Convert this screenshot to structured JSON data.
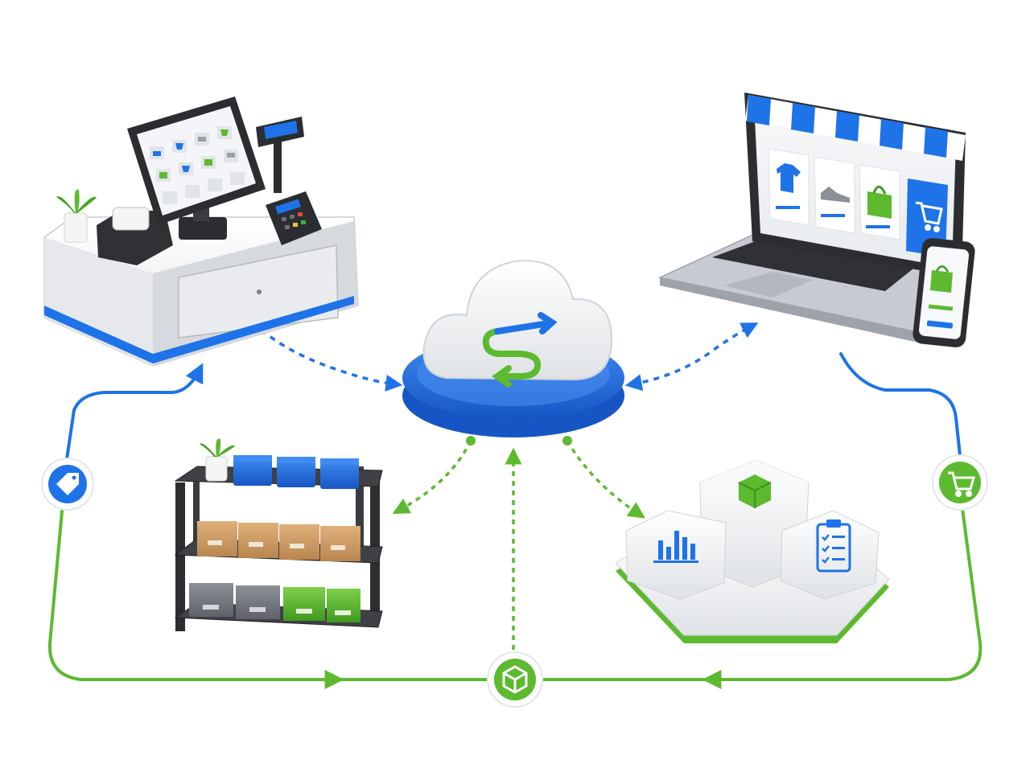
{
  "diagram": {
    "colors": {
      "blue": "#1e73e8",
      "blue_light": "#4a90f0",
      "green": "#5dba2f",
      "green_dark": "#3f9a1f",
      "device_white": "#f2f3f5",
      "device_gray": "#c9ccd1",
      "dark": "#2b2d31"
    },
    "nodes": [
      {
        "id": "pos",
        "name": "point-of-sale-terminal",
        "icons": [
          "receipt-printer-icon",
          "card-reader-icon",
          "customer-display-icon",
          "potted-plant-icon"
        ]
      },
      {
        "id": "ecommerce",
        "name": "online-store-laptop",
        "icons": [
          "storefront-awning-icon",
          "tshirt-icon",
          "sneaker-icon",
          "shopping-bag-icon",
          "shopping-cart-icon",
          "smartphone-icon"
        ]
      },
      {
        "id": "cloud",
        "name": "cloud-sync-hub",
        "icons": [
          "sync-arrows-icon"
        ]
      },
      {
        "id": "warehouse",
        "name": "warehouse-shelving",
        "icons": [
          "storage-bin-icon",
          "cardboard-box-icon",
          "potted-plant-icon"
        ]
      },
      {
        "id": "analytics",
        "name": "analytics-inventory-blocks",
        "icons": [
          "bar-chart-icon",
          "package-icon",
          "checklist-clipboard-icon"
        ]
      }
    ],
    "badges": [
      {
        "id": "tag",
        "icon": "price-tag-icon",
        "color": "blue"
      },
      {
        "id": "cart",
        "icon": "shopping-cart-icon",
        "color": "green"
      },
      {
        "id": "package",
        "icon": "package-icon",
        "color": "green"
      }
    ]
  }
}
